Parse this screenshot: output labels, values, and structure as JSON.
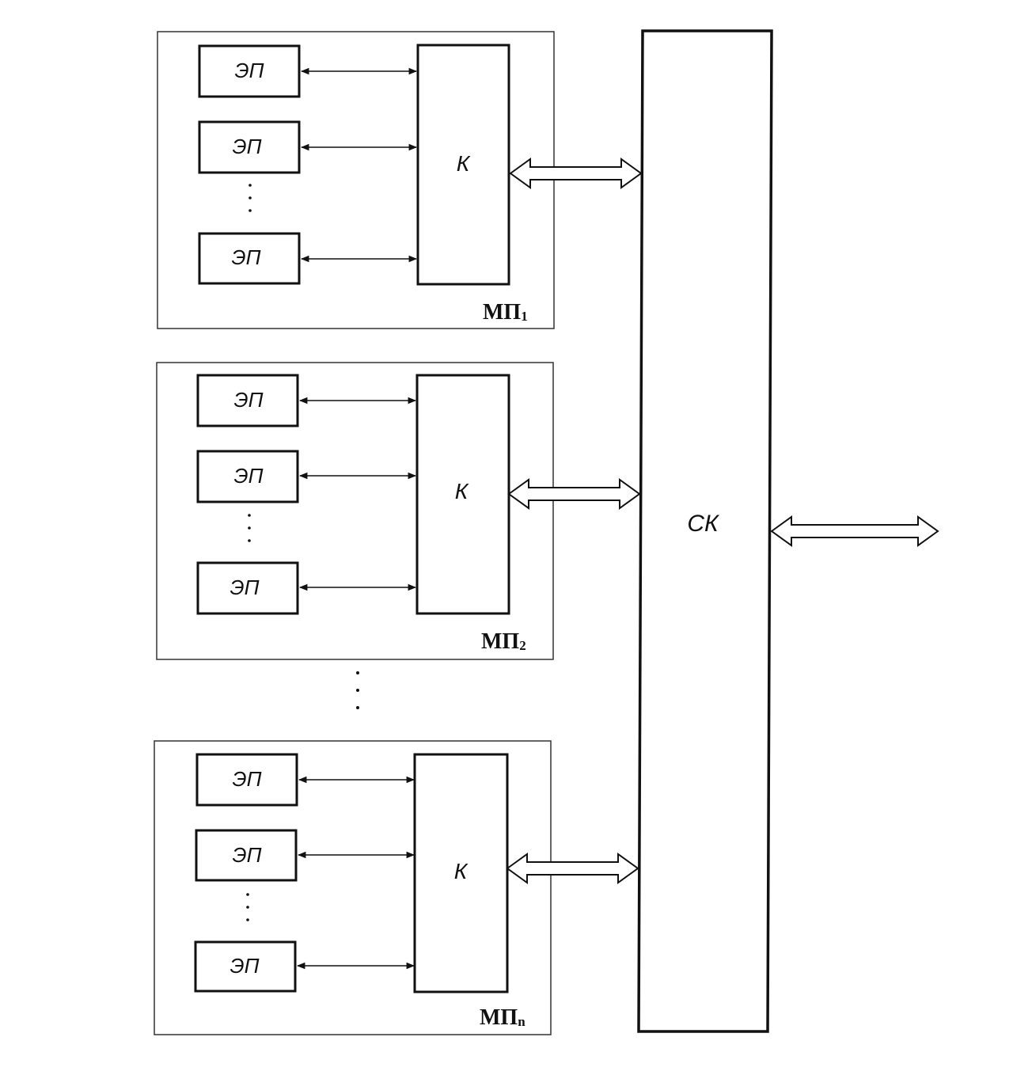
{
  "diagram": {
    "modules": [
      {
        "label": "МП",
        "subscript": "1",
        "element_label": "ЭП",
        "controller_label": "К",
        "element_count_shown": 3
      },
      {
        "label": "МП",
        "subscript": "2",
        "element_label": "ЭП",
        "controller_label": "К",
        "element_count_shown": 3
      },
      {
        "label": "МП",
        "subscript": "n",
        "element_label": "ЭП",
        "controller_label": "К",
        "element_count_shown": 3
      }
    ],
    "system_controller_label": "СК"
  }
}
